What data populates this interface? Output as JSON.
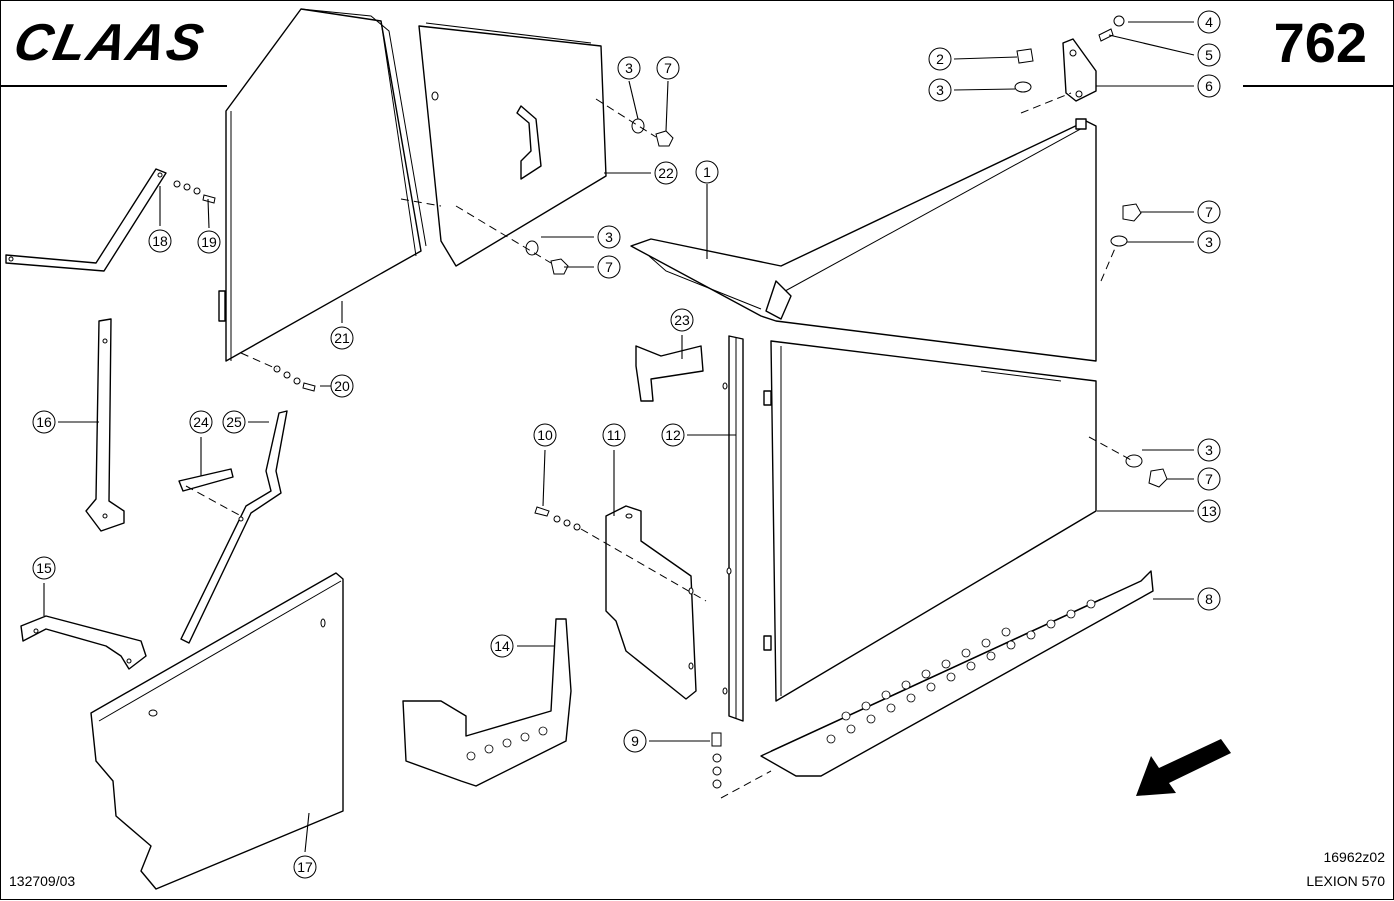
{
  "header": {
    "brand": "CLAAS",
    "page_number": "762"
  },
  "footer": {
    "left_code": "132709/03",
    "drawing_code": "16962z02",
    "model": "LEXION 570"
  },
  "callouts": [
    {
      "n": "1"
    },
    {
      "n": "2"
    },
    {
      "n": "3"
    },
    {
      "n": "3"
    },
    {
      "n": "3"
    },
    {
      "n": "3"
    },
    {
      "n": "3"
    },
    {
      "n": "4"
    },
    {
      "n": "5"
    },
    {
      "n": "6"
    },
    {
      "n": "7"
    },
    {
      "n": "7"
    },
    {
      "n": "7"
    },
    {
      "n": "7"
    },
    {
      "n": "8"
    },
    {
      "n": "9"
    },
    {
      "n": "10"
    },
    {
      "n": "11"
    },
    {
      "n": "12"
    },
    {
      "n": "13"
    },
    {
      "n": "14"
    },
    {
      "n": "15"
    },
    {
      "n": "16"
    },
    {
      "n": "17"
    },
    {
      "n": "18"
    },
    {
      "n": "19"
    },
    {
      "n": "20"
    },
    {
      "n": "21"
    },
    {
      "n": "22"
    },
    {
      "n": "23"
    },
    {
      "n": "24"
    },
    {
      "n": "25"
    }
  ],
  "icons": {
    "direction": "arrow-down-left-icon"
  }
}
